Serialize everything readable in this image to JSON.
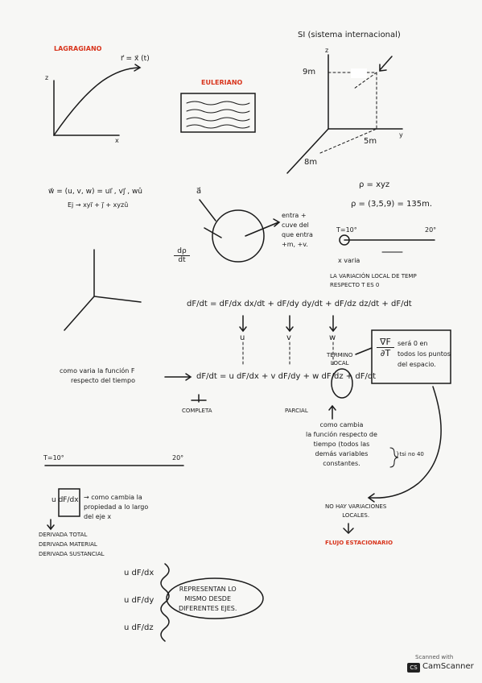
{
  "lagrangiano": "LAGRAGIANO",
  "eq_position": "r⃗ = x⃗ (t)",
  "euleriano": "EULERIANO",
  "si_title": "SI (sistema internacional)",
  "label_9m": "9m",
  "label_5m": "5m",
  "label_8m": "8m",
  "axis_z": "z",
  "axis_y": "y",
  "axis_x": "x",
  "vel_eq": "w⃗ = (u, v, w) = ui⃗ , vj⃗ , wû",
  "vel_example": "Ej → xyi⃗ + j⃗ + xyzû",
  "rho_eq": "ρ = xyz",
  "rho_value": "ρ = (3,5,9) = 135m.",
  "vec_a": "a⃗",
  "entra_text": [
    "entra +",
    "cuve del",
    "que entra",
    "+m, +v."
  ],
  "drho_num": "dρ",
  "drho_den": "dt",
  "t10_top": "T=10°",
  "t20_top": "20°",
  "x_varia": "x varia",
  "variacion_local": [
    "LA VARIACIÓN LOCAL DE TEMP",
    "RESPECTO T  ES  0"
  ],
  "eq_total": [
    "dF/dt",
    "=",
    "dF/dx",
    "dx/dt",
    "+",
    "dF/dy",
    "dy/dt",
    "+",
    "dF/dz",
    "dz/dt",
    "+",
    "dF/dt"
  ],
  "u_label": "u",
  "v_label": "v",
  "w_label": "w",
  "termino_local": [
    "TERMINO",
    "LOCAL"
  ],
  "box_frac_num": "∇F",
  "box_frac_den": "∂T",
  "box_text": [
    "será 0 en",
    "todos los puntos",
    "del espacio."
  ],
  "como_varia": [
    "como varia la función F",
    "respecto del tiempo"
  ],
  "eq_material": [
    "dF/dt",
    "=",
    "u dF/dx",
    "+",
    "v dF/dy",
    "+",
    "w dF/dz",
    "+",
    "dF/dt"
  ],
  "completa": "COMPLETA",
  "parcial": "PARCIAL",
  "como_cambia_local": [
    "como cambia",
    "la función respecto de",
    "tiempo (todos las",
    "demás variables",
    "constantes."
  ],
  "side_note": "}tsi no 40",
  "t10_bottom": "T=10°",
  "t20_bottom": "20°",
  "u_dfdx": "u dF/dx",
  "como_cambia_prop": [
    "→ como cambia la",
    "propiedad a lo largo",
    "del eje  x"
  ],
  "derivadas": [
    "DERIVADA TOTAL",
    "DERIVADA MATERIAL",
    "DERIVADA SUSTANCIAL"
  ],
  "no_hay": [
    "NO HAY VARIACIONES",
    "LOCALES."
  ],
  "flujo": "FLUJO ESTACIONARIO",
  "bottom_fracs": [
    "u dF/dx",
    "u dF/dy",
    "u dF/dz"
  ],
  "representan": [
    "REPRESENTAN LO",
    "MISMO DESDE",
    "DIFERENTES EJES."
  ],
  "scanner_small": "Scanned with",
  "scanner_logo": "CS",
  "scanner_brand": "CamScanner",
  "colors": {
    "red": "#d8341c",
    "ink": "#1a1a1a",
    "paper": "#f7f7f5"
  }
}
